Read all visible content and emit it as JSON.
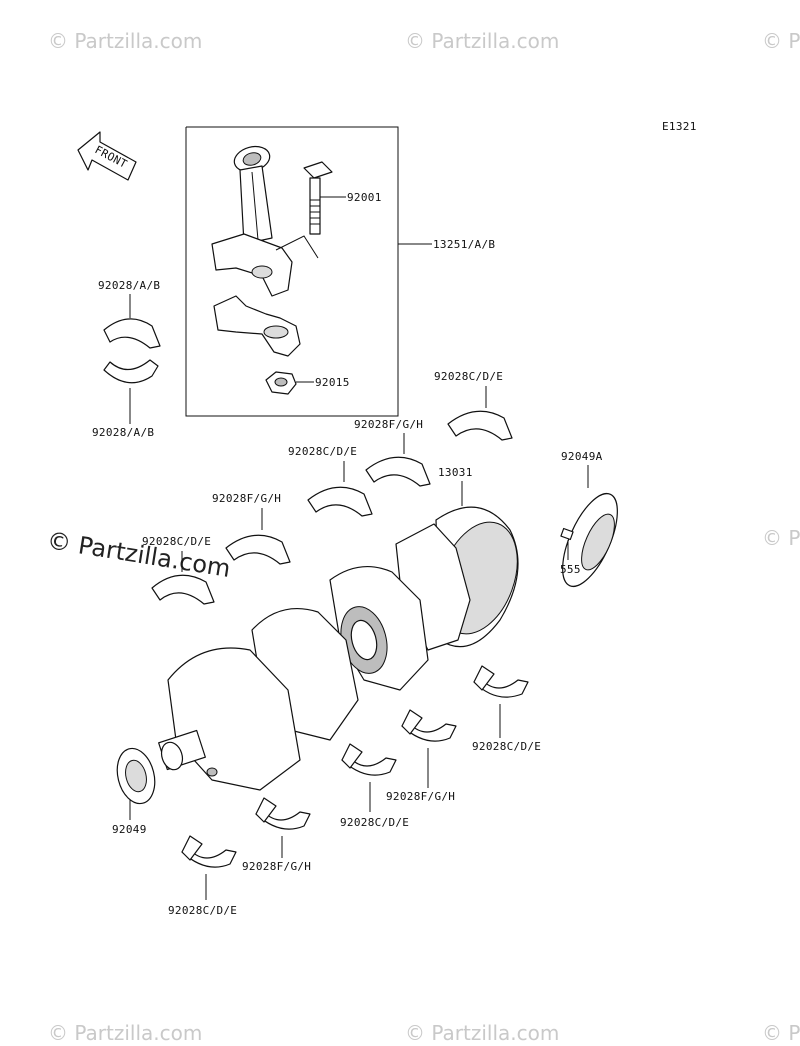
{
  "diagram": {
    "code": "E1321",
    "front_label": "FRONT",
    "watermark": "© Partzilla.com",
    "callouts": {
      "connecting_rod": "13251/A/B",
      "rod_bolt": "92001",
      "rod_nut": "92015",
      "rod_bearing_upper": "92028/A/B",
      "rod_bearing_lower": "92028/A/B",
      "crankshaft": "13031",
      "oil_seal_right": "92049A",
      "pin": "555",
      "oil_seal_left": "92049",
      "upper_cde_1": "92028C/D/E",
      "upper_cde_2": "92028C/D/E",
      "upper_cde_3": "92028C/D/E",
      "upper_fgh_1": "92028F/G/H",
      "upper_fgh_2": "92028F/G/H",
      "lower_cde_1": "92028C/D/E",
      "lower_cde_2": "92028C/D/E",
      "lower_cde_3": "92028C/D/E",
      "lower_fgh_1": "92028F/G/H",
      "lower_fgh_2": "92028F/G/H"
    }
  }
}
